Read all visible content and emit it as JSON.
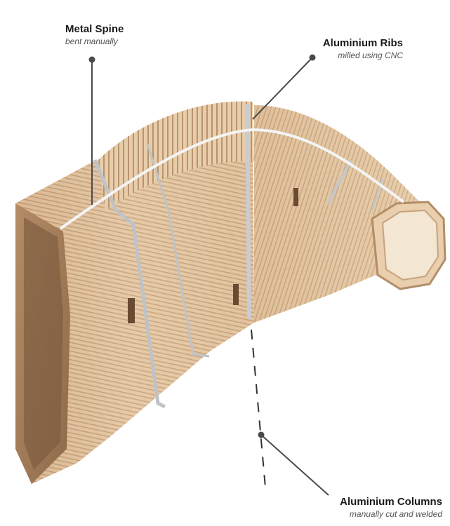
{
  "callouts": {
    "spine": {
      "title": "Metal Spine",
      "subtitle": "bent manually"
    },
    "ribs": {
      "title": "Aluminium Ribs",
      "subtitle": "milled using CNC"
    },
    "columns": {
      "title": "Aluminium Columns",
      "subtitle": "manually cut and welded"
    }
  },
  "colors": {
    "wood_light": "#e9cfae",
    "wood_mid": "#d9b58f",
    "wood_dark": "#a8835f",
    "metal": "#c9ccd0",
    "leader": "#4a4a4a",
    "background": "#ffffff"
  }
}
